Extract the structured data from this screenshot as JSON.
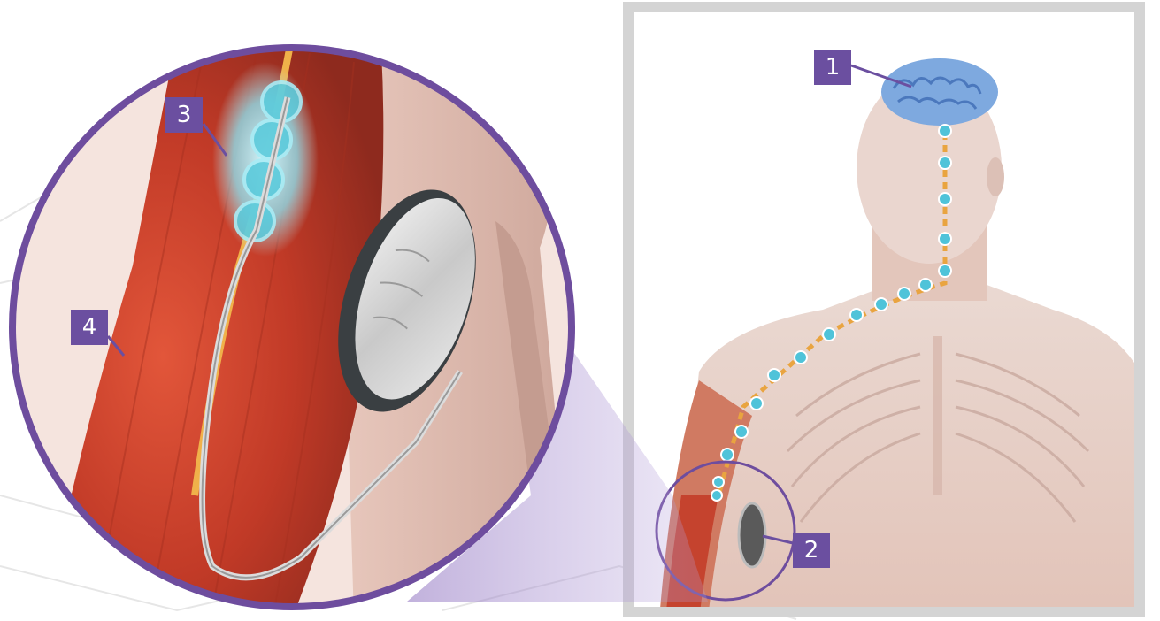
{
  "callouts": [
    {
      "id": "1",
      "label": "1",
      "target": "brain"
    },
    {
      "id": "2",
      "label": "2",
      "target": "implanted-generator"
    },
    {
      "id": "3",
      "label": "3",
      "target": "lead-electrodes"
    },
    {
      "id": "4",
      "label": "4",
      "target": "arm-muscle"
    }
  ],
  "colors": {
    "callout_fill": "#6b4fa0",
    "magnifier_ring": "#6e4d9e",
    "frame": "#d4d4d4",
    "electrode_glow": "#4fc3d9",
    "muscle": "#c4412c",
    "brain": "#7ea9df"
  }
}
